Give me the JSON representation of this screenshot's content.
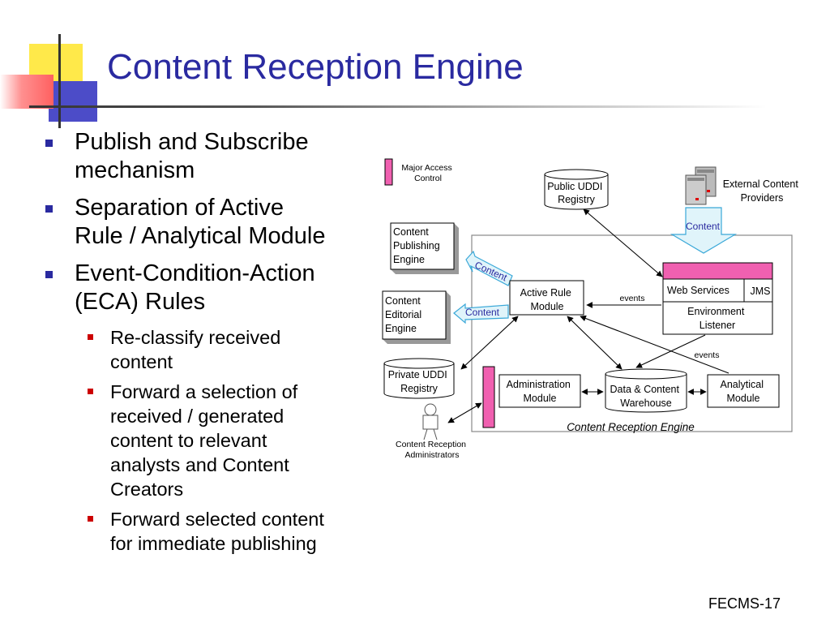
{
  "slide": {
    "title": "Content Reception Engine",
    "footer": "FECMS-17"
  },
  "bullets": [
    {
      "text": "Publish and Subscribe mechanism",
      "lines": [
        "Publish and Subscribe",
        "mechanism"
      ],
      "level": 1
    },
    {
      "text": "Separation of Active Rule / Analytical Module",
      "lines": [
        "Separation of Active",
        "Rule / Analytical Module"
      ],
      "level": 1
    },
    {
      "text": "Event-Condition-Action (ECA) Rules",
      "lines": [
        "Event-Condition-Action",
        "(ECA) Rules"
      ],
      "level": 1
    },
    {
      "text": "Re-classify received content",
      "lines": [
        "Re-classify received",
        "content"
      ],
      "level": 2
    },
    {
      "text": "Forward a selection of received / generated content to relevant analysts and Content Creators",
      "lines": [
        "Forward a selection of",
        "received / generated",
        "content to relevant",
        "analysts and Content",
        "Creators"
      ],
      "level": 2
    },
    {
      "text": "Forward selected content for immediate publishing",
      "lines": [
        "Forward selected content",
        "for immediate publishing"
      ],
      "level": 2
    }
  ],
  "diagram": {
    "legend": [
      "Major Access",
      "Control"
    ],
    "public_uddi": [
      "Public UDDI",
      "Registry"
    ],
    "external_providers": [
      "External Content",
      "Providers"
    ],
    "content_label": "Content",
    "content_publishing": [
      "Content",
      "Publishing",
      "Engine"
    ],
    "content_editorial": [
      "Content",
      "Editorial",
      "Engine"
    ],
    "private_uddi": [
      "Private UDDI",
      "Registry"
    ],
    "active_rule": [
      "Active Rule",
      "Module"
    ],
    "web_services": "Web Services",
    "jms": "JMS",
    "environment_listener": [
      "Environment",
      "Listener"
    ],
    "events_label": "events",
    "administration": [
      "Administration",
      "Module"
    ],
    "warehouse": [
      "Data & Content",
      "Warehouse"
    ],
    "analytical": [
      "Analytical",
      "Module"
    ],
    "engine_caption": "Content Reception Engine",
    "administrators": [
      "Content Reception",
      "Administrators"
    ],
    "colors": {
      "access": "#f060b0",
      "accent": "#2a2aa0",
      "arrow_fill": "#e0f4fa",
      "arrow_stroke": "#3aa8d8",
      "bullet2": "#cc0000"
    }
  }
}
